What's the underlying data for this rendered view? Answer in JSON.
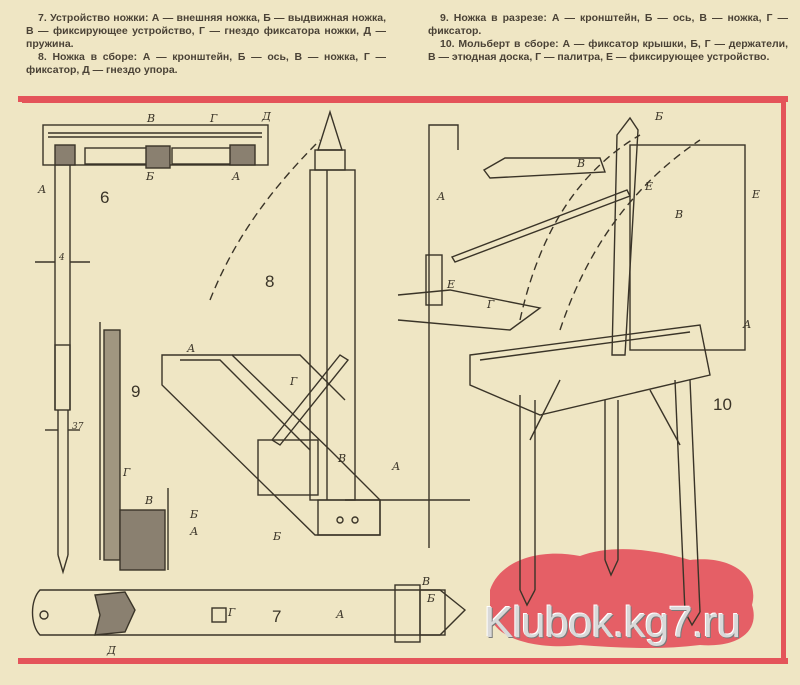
{
  "captions": {
    "left": [
      "7. Устройство ножки: А — внешняя ножка, Б — выдвижная ножка, В — фиксирующее устройство, Г — гнездо фиксатора ножки, Д — пружина.",
      "8. Ножка в сборе: А — кронштейн, Б — ось, В — ножка, Г — фиксатор, Д — гнездо упора."
    ],
    "right": [
      "9. Ножка в разрезе: А — кронштейн, Б — ось, В — ножка, Г — фиксатор.",
      "10. Мольберт в сборе: А — фиксатор крышки, Б, Г — держатели, В — этюдная доска, Г — палитра, Е — фиксирующее устройство."
    ]
  },
  "figures": {
    "fig6": {
      "number": "6",
      "labels": {
        "A1": "А",
        "A2": "А",
        "B": "Б",
        "V": "В",
        "G": "Г",
        "D": "Д"
      },
      "dimensions": {
        "d1": "4",
        "d2": "37"
      }
    },
    "fig7": {
      "number": "7",
      "labels": {
        "A": "А",
        "B": "Б",
        "V": "В",
        "G": "Г",
        "D": "Д"
      }
    },
    "fig8": {
      "number": "8",
      "labels": {
        "A1": "А",
        "A2": "А",
        "B": "Б",
        "V": "В",
        "G": "Г"
      }
    },
    "fig9": {
      "number": "9",
      "labels": {
        "A": "А",
        "B": "Б",
        "V": "В",
        "G": "Г"
      }
    },
    "fig10": {
      "number": "10",
      "labels": {
        "A1": "А",
        "A2": "А",
        "B": "Б",
        "V1": "В",
        "V2": "В",
        "G": "Г",
        "E1": "Е",
        "E2": "Е"
      }
    }
  },
  "colors": {
    "paper": "#efe6c4",
    "frame": "#e4545a",
    "blot": "#e3505c",
    "ink": "#3a3428"
  },
  "watermark": "Klubok.kg7.ru"
}
